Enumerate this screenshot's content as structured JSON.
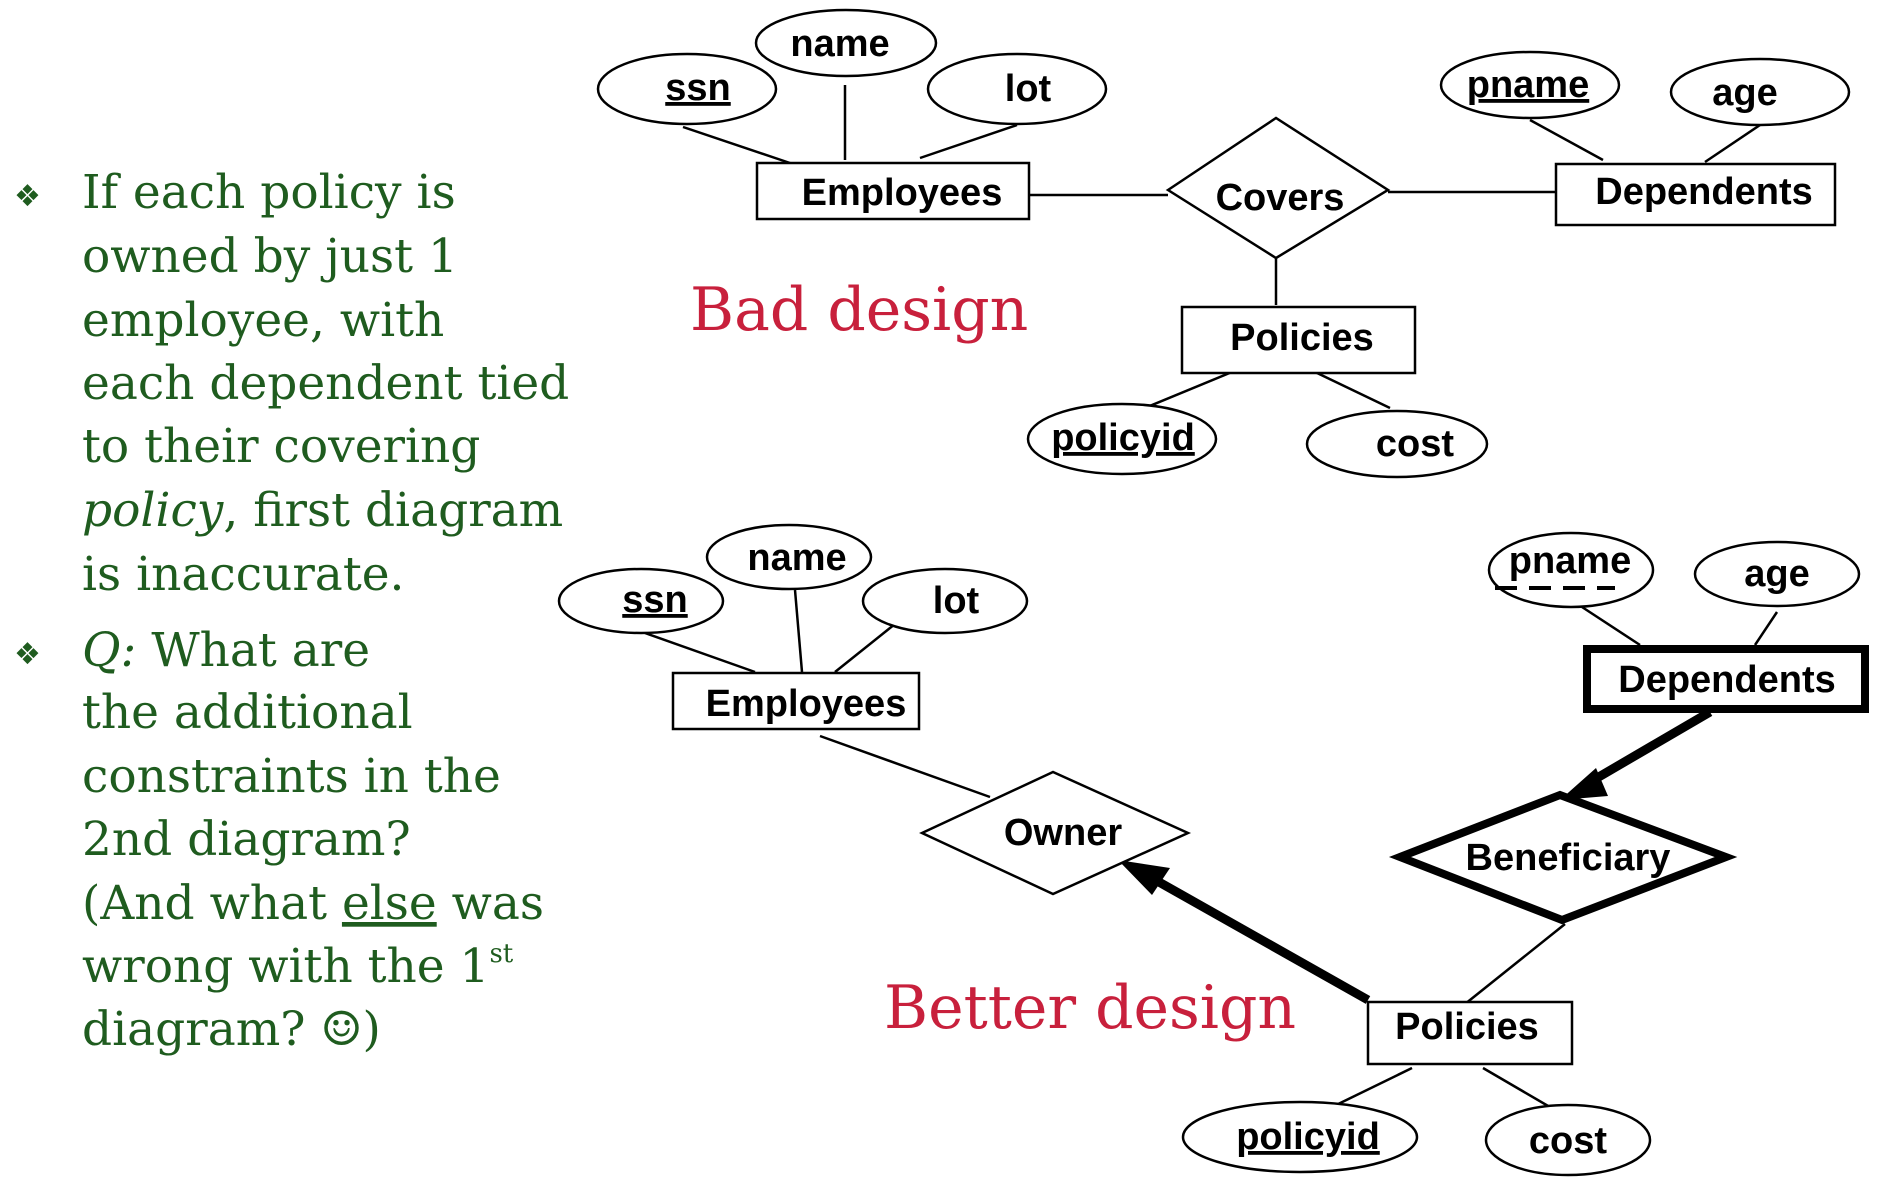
{
  "left_panel": {
    "bullets": [
      {
        "symbol": "❖",
        "lines": [
          "If each policy is",
          "owned by just 1",
          "employee, with",
          "each dependent tied",
          "to their covering"
        ],
        "line6_italic": "policy",
        "line6_rest": ", first diagram",
        "line7": "is inaccurate."
      },
      {
        "symbol": "❖",
        "q_label": "Q:",
        "q_rest": " What are",
        "lines": [
          "the additional",
          "constraints in the",
          "2nd diagram?"
        ],
        "line_else_pre": "(And what ",
        "line_else_word": "else",
        "line_else_post": " was",
        "line_1st_pre": "wrong with the 1",
        "line_1st_sup": "st",
        "line_last": "diagram? ☺)"
      }
    ]
  },
  "bad_design": {
    "label": "Bad design",
    "entities": {
      "employees": "Employees",
      "dependents": "Dependents",
      "policies": "Policies"
    },
    "relationship": "Covers",
    "attributes": {
      "ssn": "ssn",
      "name": "name",
      "lot": "lot",
      "pname": "pname",
      "age": "age",
      "policyid": "policyid",
      "cost": "cost"
    }
  },
  "better_design": {
    "label": "Better design",
    "entities": {
      "employees": "Employees",
      "dependents": "Dependents",
      "policies": "Policies"
    },
    "relationships": {
      "owner": "Owner",
      "beneficiary": "Beneficiary"
    },
    "attributes": {
      "ssn": "ssn",
      "name": "name",
      "lot": "lot",
      "pname": "pname",
      "age": "age",
      "policyid": "policyid",
      "cost": "cost"
    }
  },
  "colors": {
    "bullet_text": "#1f5c1f",
    "design_label": "#c8203c"
  }
}
